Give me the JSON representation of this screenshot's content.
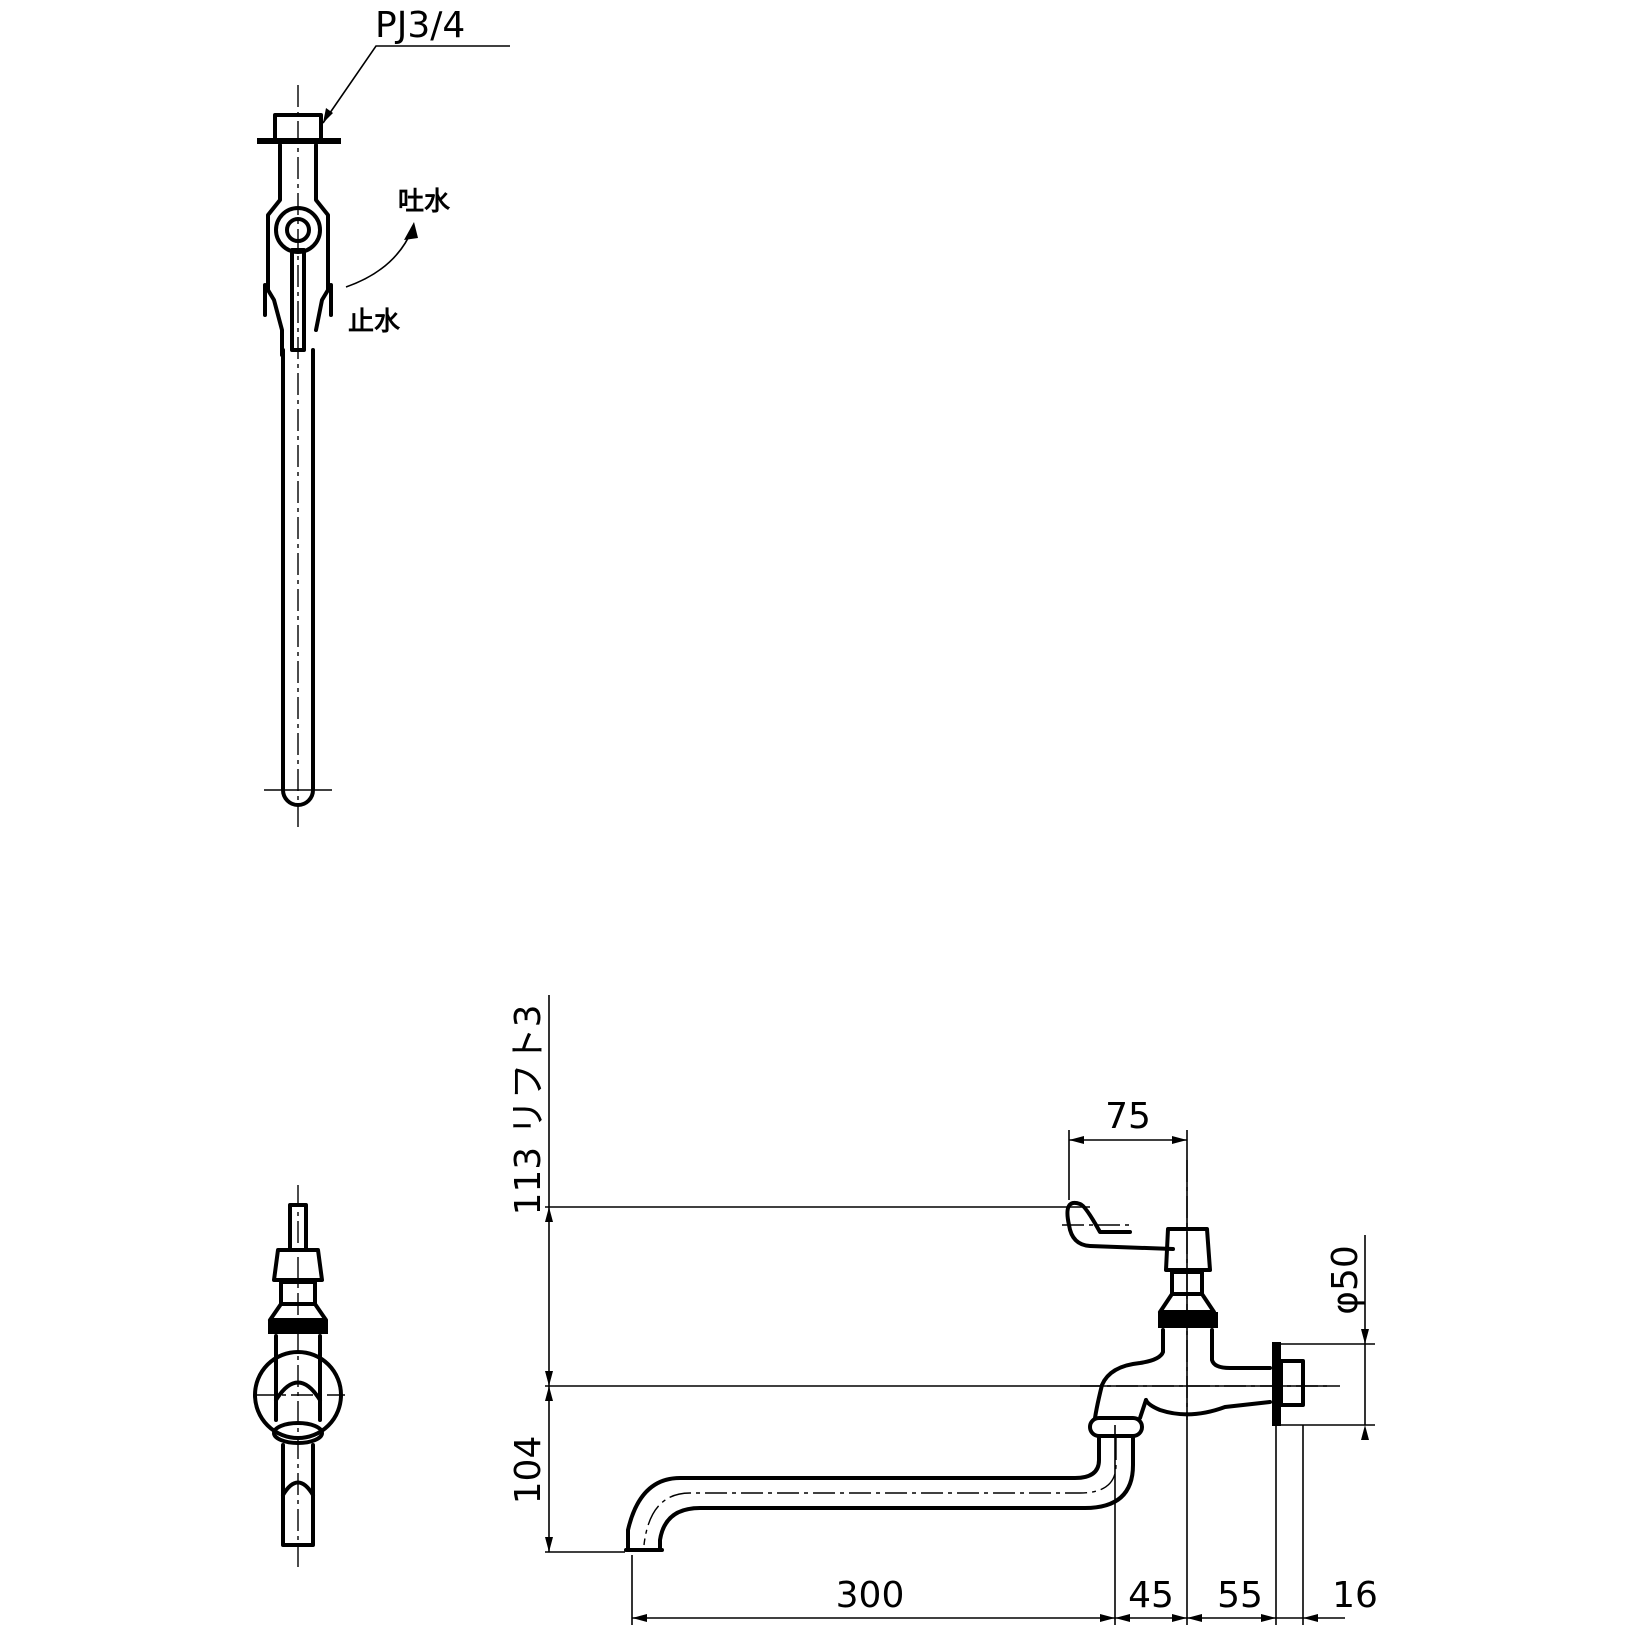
{
  "drawing": {
    "top_view": {
      "thread_label": "PJ3/4",
      "spout_label": "吐水",
      "stop_label": "止水"
    },
    "side_view": {
      "dimensions": {
        "handle_height": "113 リフト3",
        "spout_drop": "104",
        "handle_offset": "75",
        "flange_diameter": "φ50",
        "spout_reach": "300",
        "spout_to_body": "45",
        "body_to_wall": "55",
        "flange_thickness": "16"
      }
    }
  }
}
